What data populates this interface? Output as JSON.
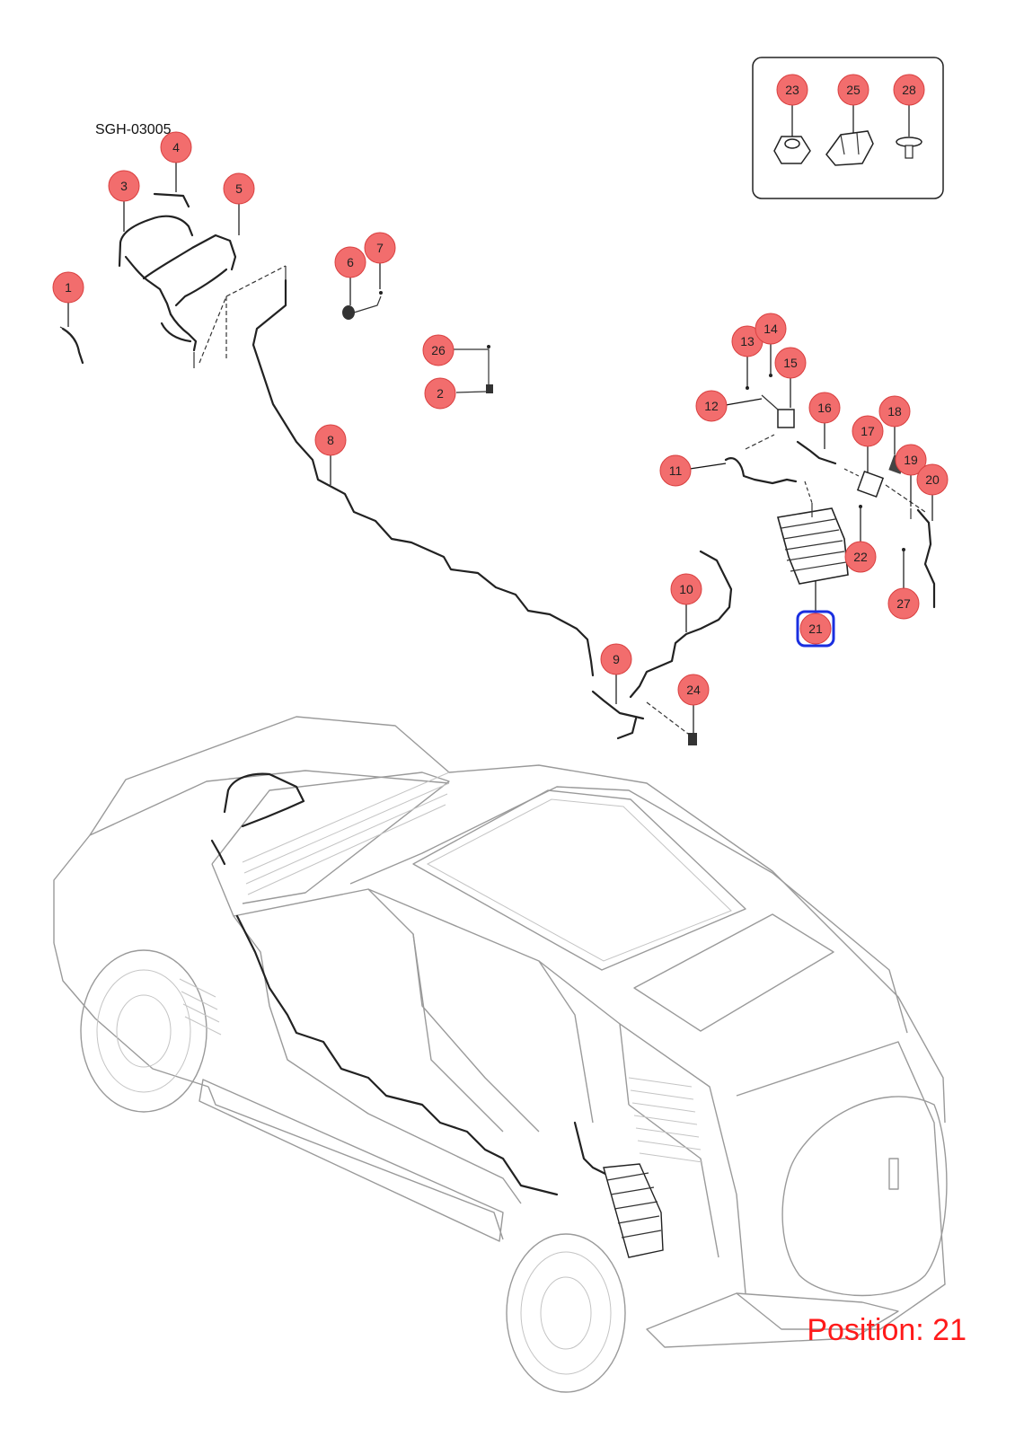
{
  "diagram_code": "SGH-03005",
  "position_label": "Position: 21",
  "selected_callout": "21",
  "colors": {
    "callout_fill": "#f26d6d",
    "callout_stroke": "#d94040",
    "selection_box": "#1a2fe0",
    "position_text": "#ff1a1a"
  },
  "callouts": [
    "1",
    "2",
    "3",
    "4",
    "5",
    "6",
    "7",
    "8",
    "9",
    "10",
    "11",
    "12",
    "13",
    "14",
    "15",
    "16",
    "17",
    "18",
    "19",
    "20",
    "21",
    "22",
    "23",
    "24",
    "25",
    "26",
    "27",
    "28"
  ]
}
